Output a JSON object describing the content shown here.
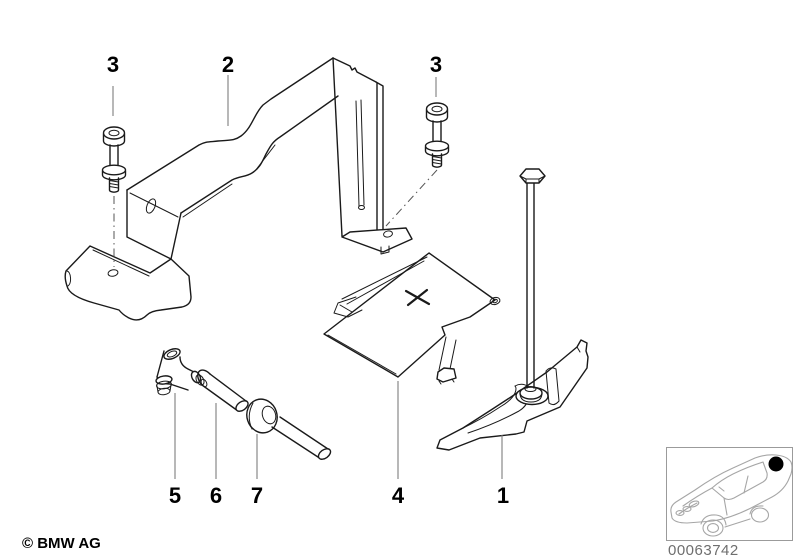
{
  "diagram": {
    "title": "battery-holder-and-mounting-parts-exploded-view",
    "callouts": [
      {
        "id": "hold-down-rod",
        "label": "1"
      },
      {
        "id": "holder-bracket",
        "label": "2"
      },
      {
        "id": "bolt-left",
        "label": "3"
      },
      {
        "id": "bolt-right",
        "label": "3"
      },
      {
        "id": "battery-tray",
        "label": "4"
      },
      {
        "id": "vent-elbow",
        "label": "5"
      },
      {
        "id": "vent-hose",
        "label": "6"
      },
      {
        "id": "grommet",
        "label": "7"
      }
    ]
  },
  "footer": {
    "copyright": "© BMW AG"
  },
  "thumbnail": {
    "image_number": "00063742",
    "vehicle_icon": "bmw-sedan-silhouette",
    "location_marker": "black-dot-rear-shelf"
  },
  "colors": {
    "line": "#1a1a1a",
    "leader": "#7d7d7d",
    "axis": "#555555",
    "label": "#000000",
    "thumbnail_border": "#9b9b9b",
    "thumbnail_line": "#a6a6a6",
    "thumbnail_text": "#6e6e6e",
    "highlight_dot": "#000000",
    "background": "#ffffff"
  }
}
